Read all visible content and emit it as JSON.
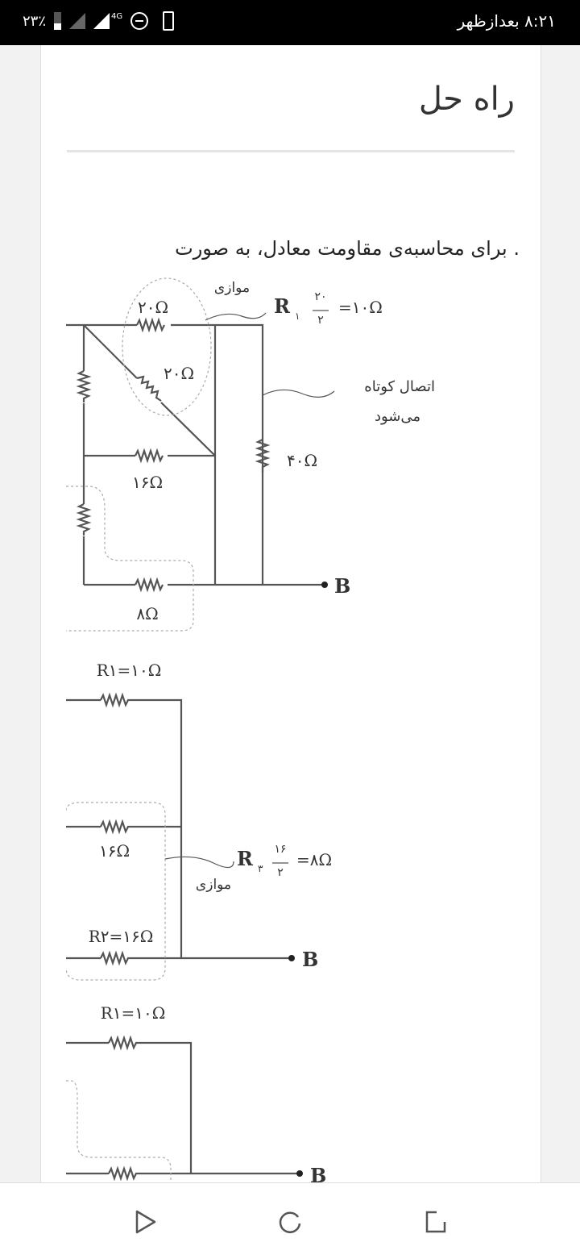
{
  "status_bar": {
    "time": "۸:۲۱ بعدازظهر",
    "battery": "۲۳٪",
    "network": "4G"
  },
  "page": {
    "title": "راه حل",
    "intro": ". برای محاسبه‌ی مقاومت معادل، به صورت"
  },
  "diagram1": {
    "r_top": "۲۰Ω",
    "r_diag": "۲۰Ω",
    "r_mid": "۱۶Ω",
    "r_bottom": "۸Ω",
    "r_right": "۴۰Ω",
    "parallel": "موازی",
    "formula_lhs": "R",
    "formula_sub": "۱",
    "formula_num": "۲۰",
    "formula_den": "۲",
    "formula_rhs": "=۱۰Ω",
    "short_circuit_1": "اتصال کوتاه",
    "short_circuit_2": "می‌شود",
    "node": "B"
  },
  "diagram2": {
    "r1": "R۱=۱۰Ω",
    "r_mid": "۱۶Ω",
    "r2": "R۲=۱۶Ω",
    "formula_lhs": "R",
    "formula_sub": "۳",
    "formula_num": "۱۶",
    "formula_den": "۲",
    "formula_rhs": "=۸Ω",
    "parallel": "موازی",
    "node": "B"
  },
  "diagram3": {
    "r1": "R۱=۱۰Ω",
    "node": "B"
  },
  "nav": {
    "back": "back-icon",
    "home": "home-icon",
    "recents": "recents-icon"
  }
}
